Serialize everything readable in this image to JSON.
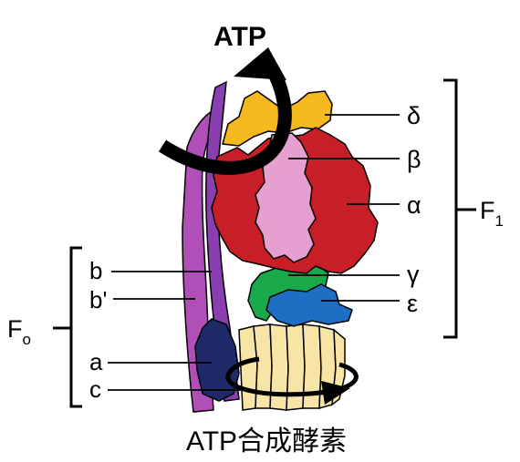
{
  "title": "ATP",
  "caption": "ATP合成酵素",
  "f1_label": {
    "main": "F",
    "sub": "1"
  },
  "fo_label": {
    "main": "F",
    "sub": "o"
  },
  "subunits": {
    "delta": "δ",
    "beta": "β",
    "alpha": "α",
    "gamma": "γ",
    "epsilon": "ε",
    "b": "b",
    "b_prime": "b'",
    "a": "a",
    "c": "c"
  },
  "colors": {
    "delta": "#f5b81e",
    "beta": "#e6a0cf",
    "alpha": "#c81e28",
    "gamma": "#19a84a",
    "epsilon": "#1e6fc4",
    "b": "#8a3fb0",
    "b_prime": "#b14fb9",
    "a": "#1f2a6b",
    "c": "#f8e4a4"
  }
}
